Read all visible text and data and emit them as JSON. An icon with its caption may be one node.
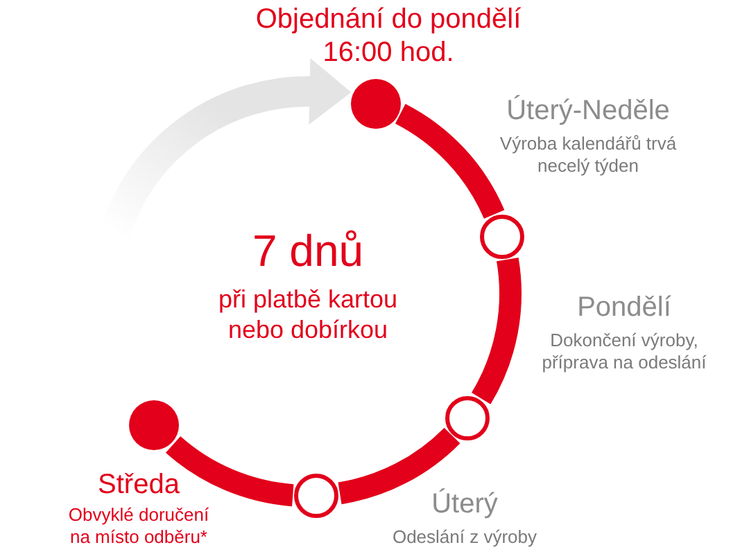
{
  "diagram": {
    "nodes": [
      {
        "text": [],
        "shape": "dot",
        "beside": [
          "Objednání do pondělí 16:00 hod."
        ]
      },
      {
        "text": [],
        "shape": "circle",
        "beside": [
          "Úterý-Neděle",
          "Výroba kalendářů trvá necelý týden"
        ]
      },
      {
        "text": [],
        "shape": "circle",
        "beside": [
          "Pondělí",
          "Dokončení výroby, příprava na odeslání"
        ]
      },
      {
        "text": [],
        "shape": "circle",
        "beside": [
          "Úterý",
          "Odeslání z výroby"
        ]
      },
      {
        "text": [],
        "shape": "dot",
        "beside": [
          "Středa",
          "Obvyklé doručení na místo odběru*"
        ]
      }
    ],
    "edges": [
      {
        "from": null,
        "to": 0,
        "arrow": "to",
        "color": "#e4e4e4"
      },
      {
        "from": 0,
        "to": 1,
        "arrow": "none"
      },
      {
        "from": 1,
        "to": 2,
        "arrow": "none"
      },
      {
        "from": 2,
        "to": 3,
        "arrow": "none"
      },
      {
        "from": 3,
        "to": 4,
        "arrow": "none"
      }
    ],
    "labels": [
      "7 dnů",
      "při platbě kartou nebo dobírkou"
    ]
  }
}
